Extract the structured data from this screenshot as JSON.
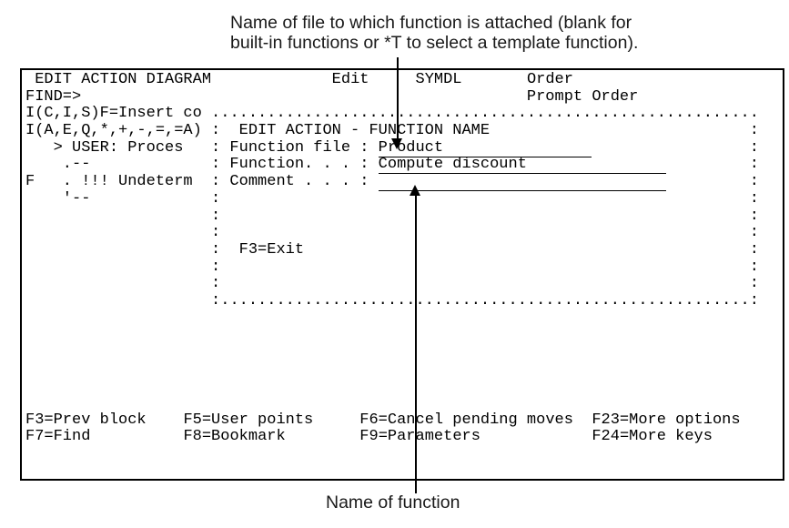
{
  "annotations": {
    "file_note_line1": "Name of file to which function is attached (blank for",
    "file_note_line2": "built-in functions or *T to select a template function).",
    "function_note": "Name of function"
  },
  "terminal": {
    "lines": [
      [
        {
          "t": " EDIT ACTION DIAGRAM"
        },
        {
          "sp": 13
        },
        {
          "t": "Edit"
        },
        {
          "sp": 5
        },
        {
          "t": "SYMDL"
        },
        {
          "sp": 7
        },
        {
          "t": "Order"
        }
      ],
      [
        {
          "t": "FIND=>"
        },
        {
          "sp": 48
        },
        {
          "t": "Prompt Order"
        }
      ],
      [
        {
          "t": "I(C,I,S)F=Insert co "
        },
        {
          "dot": 59
        }
      ],
      [
        {
          "t": "I(A,E,Q,*,+,-,=,=A) :  EDIT ACTION - FUNCTION NAME"
        },
        {
          "sp": 28
        },
        {
          "t": ":"
        }
      ],
      [
        {
          "t": "   > USER: Proces   : Function file : "
        },
        {
          "t": "Product",
          "u": 1,
          "pad": 23,
          "name": "function-file-field"
        },
        {
          "sp": 17
        },
        {
          "t": ":"
        }
      ],
      [
        {
          "t": "    .--             : Function. . . : "
        },
        {
          "t": "Compute discount",
          "u": 1,
          "pad": 31,
          "name": "function-name-field"
        },
        {
          "sp": 9
        },
        {
          "t": ":"
        }
      ],
      [
        {
          "t": "F   . !!! Undeterm  : Comment . . . : "
        },
        {
          "t": "",
          "u": 1,
          "pad": 31,
          "name": "comment-field"
        },
        {
          "sp": 9
        },
        {
          "t": ":"
        }
      ],
      [
        {
          "t": "    '--"
        },
        {
          "sp": 13
        },
        {
          "t": ":"
        },
        {
          "sp": 57
        },
        {
          "t": ":"
        }
      ],
      [
        {
          "sp": 20
        },
        {
          "t": ":"
        },
        {
          "sp": 57
        },
        {
          "t": ":"
        }
      ],
      [
        {
          "sp": 20
        },
        {
          "t": ":"
        },
        {
          "sp": 57
        },
        {
          "t": ":"
        }
      ],
      [
        {
          "sp": 20
        },
        {
          "t": ":"
        },
        {
          "t": "  F3=Exit"
        },
        {
          "sp": 48
        },
        {
          "t": ":"
        }
      ],
      [
        {
          "sp": 20
        },
        {
          "t": ":"
        },
        {
          "sp": 57
        },
        {
          "t": ":"
        }
      ],
      [
        {
          "sp": 20
        },
        {
          "t": ":"
        },
        {
          "sp": 57
        },
        {
          "t": ":"
        }
      ],
      [
        {
          "sp": 20
        },
        {
          "t": ":"
        },
        {
          "dot": 57
        },
        {
          "t": ":"
        }
      ],
      [],
      [],
      [],
      [],
      [],
      [],
      [
        {
          "t": "F3=Prev block"
        },
        {
          "sp": 4
        },
        {
          "t": "F5=User points"
        },
        {
          "sp": 5
        },
        {
          "t": "F6=Cancel pending moves"
        },
        {
          "sp": 2
        },
        {
          "t": "F23=More options"
        }
      ],
      [
        {
          "t": "F7=Find"
        },
        {
          "sp": 10
        },
        {
          "t": "F8=Bookmark"
        },
        {
          "sp": 8
        },
        {
          "t": "F9=Parameters"
        },
        {
          "sp": 12
        },
        {
          "t": "F24=More keys"
        }
      ]
    ]
  }
}
